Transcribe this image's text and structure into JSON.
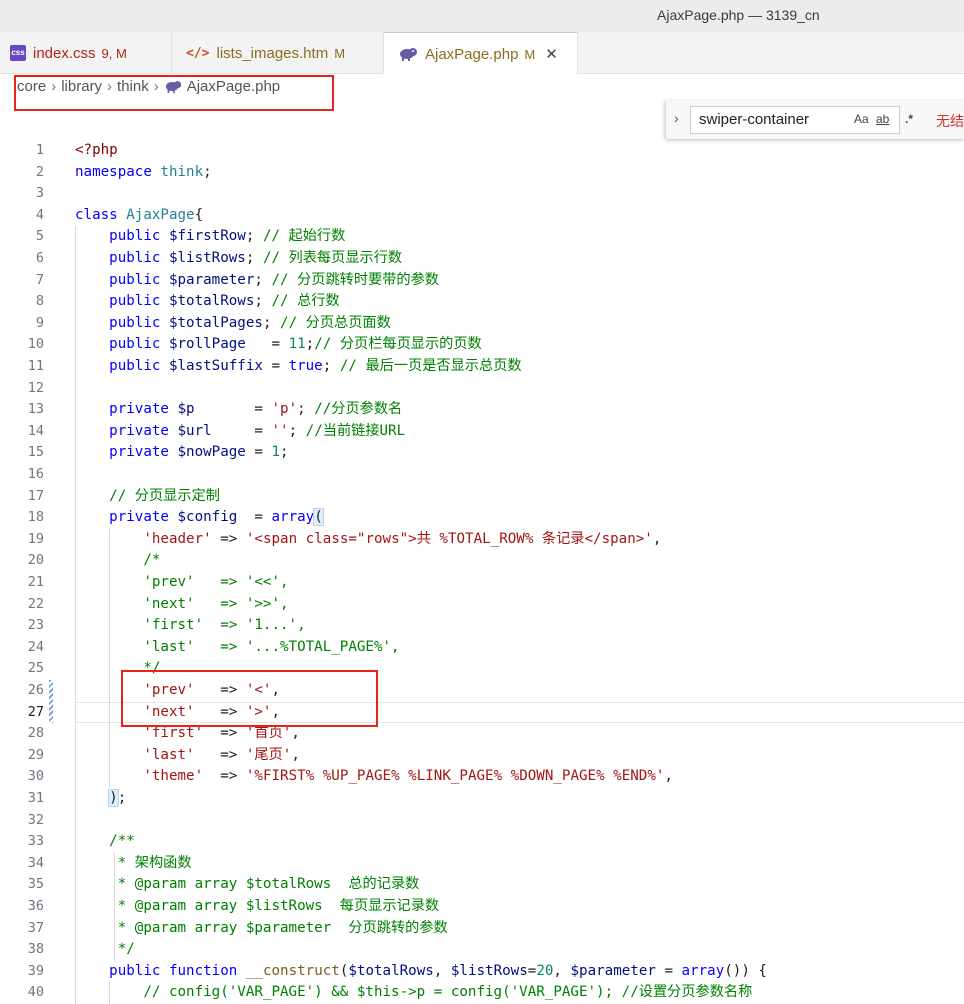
{
  "window": {
    "title": "AjaxPage.php — 3139_cn"
  },
  "tabs": [
    {
      "label": "index.css",
      "status": "9, M",
      "icon": "css-file-icon"
    },
    {
      "label": "lists_images.htm",
      "status": "M",
      "icon": "html-file-icon"
    },
    {
      "label": "AjaxPage.php",
      "status": "M",
      "icon": "php-elephant-icon",
      "active": true
    }
  ],
  "breadcrumb": [
    "core",
    "library",
    "think",
    "AjaxPage.php"
  ],
  "find": {
    "query": "swiper-container",
    "match_case": "Aa",
    "whole_word": "ab",
    "regex": ".*",
    "no_results": "无结果"
  },
  "editor": {
    "current_line": 27,
    "lines": [
      {
        "n": 1,
        "t": "<?php"
      },
      {
        "n": 2,
        "t": "namespace think;"
      },
      {
        "n": 3,
        "t": ""
      },
      {
        "n": 4,
        "t": "class AjaxPage{"
      },
      {
        "n": 5,
        "t": "    public $firstRow; // 起始行数"
      },
      {
        "n": 6,
        "t": "    public $listRows; // 列表每页显示行数"
      },
      {
        "n": 7,
        "t": "    public $parameter; // 分页跳转时要带的参数"
      },
      {
        "n": 8,
        "t": "    public $totalRows; // 总行数"
      },
      {
        "n": 9,
        "t": "    public $totalPages; // 分页总页面数"
      },
      {
        "n": 10,
        "t": "    public $rollPage   = 11;// 分页栏每页显示的页数"
      },
      {
        "n": 11,
        "t": "    public $lastSuffix = true; // 最后一页是否显示总页数"
      },
      {
        "n": 12,
        "t": ""
      },
      {
        "n": 13,
        "t": "    private $p       = 'p'; //分页参数名"
      },
      {
        "n": 14,
        "t": "    private $url     = ''; //当前链接URL"
      },
      {
        "n": 15,
        "t": "    private $nowPage = 1;"
      },
      {
        "n": 16,
        "t": ""
      },
      {
        "n": 17,
        "t": "    // 分页显示定制"
      },
      {
        "n": 18,
        "t": "    private $config  = array("
      },
      {
        "n": 19,
        "t": "        'header' => '<span class=\"rows\">共 %TOTAL_ROW% 条记录</span>',"
      },
      {
        "n": 20,
        "t": "        /*"
      },
      {
        "n": 21,
        "t": "        'prev'   => '<<',"
      },
      {
        "n": 22,
        "t": "        'next'   => '>>',"
      },
      {
        "n": 23,
        "t": "        'first'  => '1...',"
      },
      {
        "n": 24,
        "t": "        'last'   => '...%TOTAL_PAGE%',"
      },
      {
        "n": 25,
        "t": "        */"
      },
      {
        "n": 26,
        "t": "        'prev'   => '<',"
      },
      {
        "n": 27,
        "t": "        'next'   => '>',"
      },
      {
        "n": 28,
        "t": "        'first'  => '首页',"
      },
      {
        "n": 29,
        "t": "        'last'   => '尾页',"
      },
      {
        "n": 30,
        "t": "        'theme'  => '%FIRST% %UP_PAGE% %LINK_PAGE% %DOWN_PAGE% %END%',"
      },
      {
        "n": 31,
        "t": "    );"
      },
      {
        "n": 32,
        "t": ""
      },
      {
        "n": 33,
        "t": "    /**"
      },
      {
        "n": 34,
        "t": "     * 架构函数"
      },
      {
        "n": 35,
        "t": "     * @param array $totalRows  总的记录数"
      },
      {
        "n": 36,
        "t": "     * @param array $listRows  每页显示记录数"
      },
      {
        "n": 37,
        "t": "     * @param array $parameter  分页跳转的参数"
      },
      {
        "n": 38,
        "t": "     */"
      },
      {
        "n": 39,
        "t": "    public function __construct($totalRows, $listRows=20, $parameter = array()) {"
      },
      {
        "n": 40,
        "t": "        // config('VAR_PAGE') && $this->p = config('VAR_PAGE'); //设置分页参数名称"
      }
    ]
  },
  "colors": {
    "highlight_box": "#e8241a",
    "keyword": "#0000ff",
    "string": "#a31515",
    "comment": "#008000",
    "variable": "#001080"
  }
}
